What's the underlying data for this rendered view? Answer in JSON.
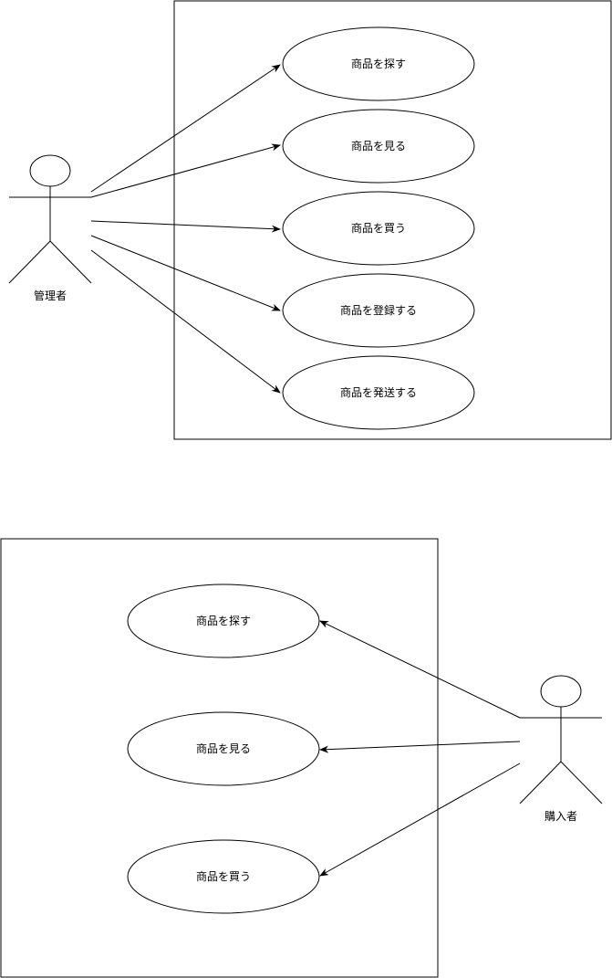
{
  "diagram1": {
    "actor": {
      "label": "管理者"
    },
    "use_cases": [
      {
        "label": "商品を探す"
      },
      {
        "label": "商品を見る"
      },
      {
        "label": "商品を買う"
      },
      {
        "label": "商品を登録する"
      },
      {
        "label": "商品を発送する"
      }
    ]
  },
  "diagram2": {
    "actor": {
      "label": "購入者"
    },
    "use_cases": [
      {
        "label": "商品を探す"
      },
      {
        "label": "商品を見る"
      },
      {
        "label": "商品を買う"
      }
    ]
  },
  "colors": {
    "stroke": "#000000",
    "fill": "#ffffff"
  }
}
